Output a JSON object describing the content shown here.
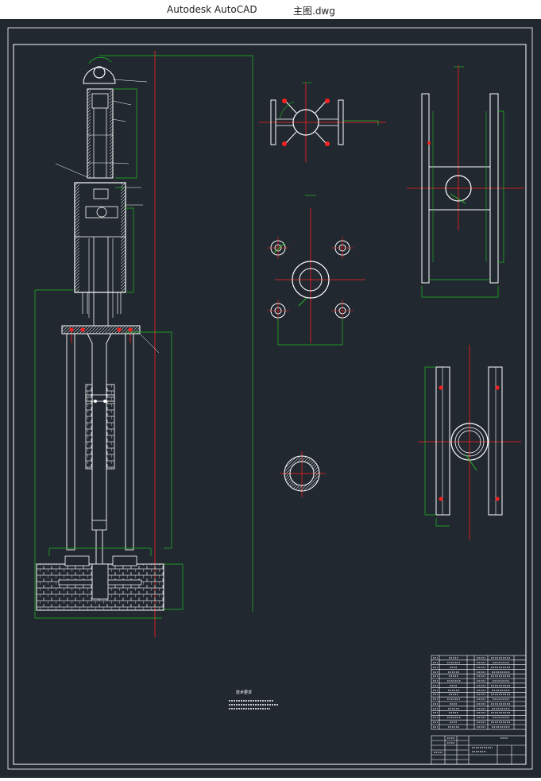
{
  "window": {
    "app_title": "Autodesk AutoCAD",
    "file_name": "主图.dwg"
  },
  "colors": {
    "canvas_bg": "#212830",
    "line_white": "#ffffff",
    "line_green": "#22bb22",
    "line_red": "#ff2020",
    "hatch": "#d8d8d8"
  },
  "drawing": {
    "technical_notes_title": "技术要求"
  }
}
